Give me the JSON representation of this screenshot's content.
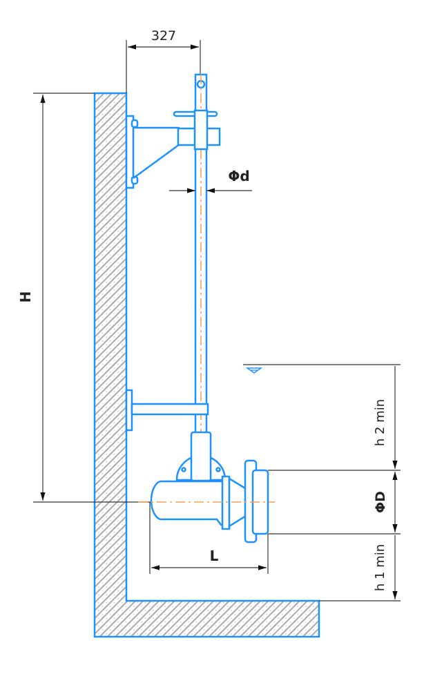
{
  "title": "Submersible mixer installation dimension diagram",
  "dimensions": {
    "offset": "327",
    "shaft_diameter": "Φd",
    "height": "H",
    "water_depth_top": "h 2 min",
    "propeller_diameter": "ΦD",
    "bottom_clearance": "h 1 min",
    "length": "L"
  },
  "colors": {
    "line": "#1e90ff",
    "centerline": "#f0a050",
    "dimension": "#333333"
  }
}
